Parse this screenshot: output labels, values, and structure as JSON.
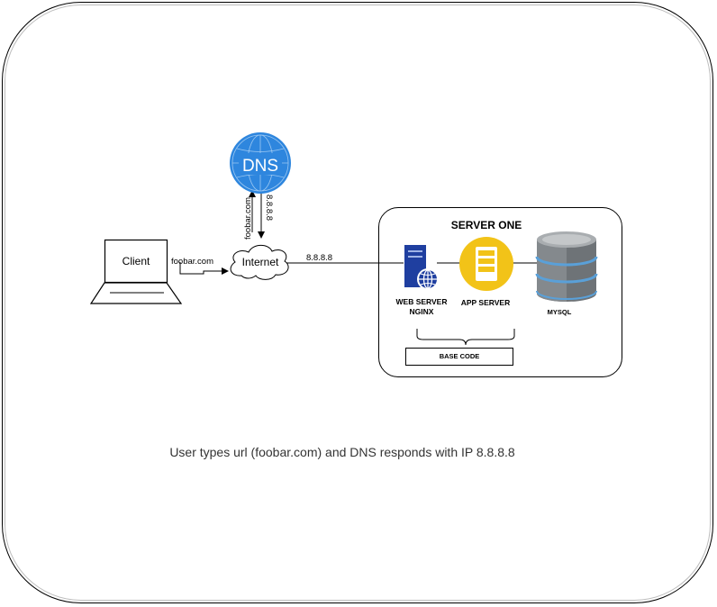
{
  "diagram": {
    "server_group_title": "SERVER ONE",
    "client_label": "Client",
    "client_request_label": "foobar.com",
    "internet_label": "Internet",
    "ip_label": "8.8.8.8",
    "dns_label": "DNS",
    "dns_query_label": "foobar.com",
    "dns_response_label": "8.8.8.8",
    "web_server_label": "WEB SERVER NGINX",
    "app_server_label": "APP SERVER",
    "mysql_label": "MYSQL",
    "base_code_label": "BASE CODE",
    "caption": "User types url (foobar.com) and DNS responds with IP 8.8.8.8"
  },
  "colors": {
    "dns_blue": "#2E86DE",
    "web_server_blue": "#1F3FA0",
    "app_server_yellow": "#F2C318",
    "db_gray": "#6E7377",
    "db_accent": "#5AA0D8"
  }
}
